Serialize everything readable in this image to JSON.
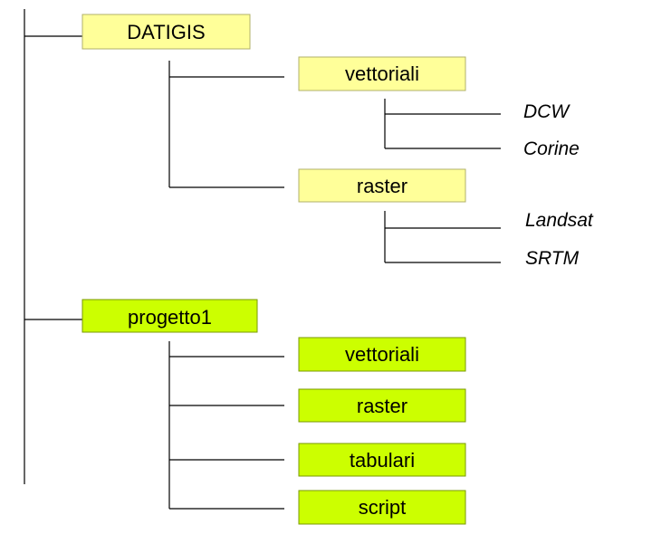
{
  "colors": {
    "light_box": "#ffff99",
    "light_box_border": "#b0b06a",
    "bright_box": "#ccff00",
    "bright_box_border": "#7a9a00",
    "line": "#000000"
  },
  "tree": {
    "datigis": {
      "label": "DATIGIS",
      "vettoriali": {
        "label": "vettoriali",
        "leaves": [
          "DCW",
          "Corine"
        ]
      },
      "raster": {
        "label": "raster",
        "leaves": [
          "Landsat",
          "SRTM"
        ]
      }
    },
    "progetto1": {
      "label": "progetto1",
      "children": [
        "vettoriali",
        "raster",
        "tabulari",
        "script"
      ]
    }
  }
}
